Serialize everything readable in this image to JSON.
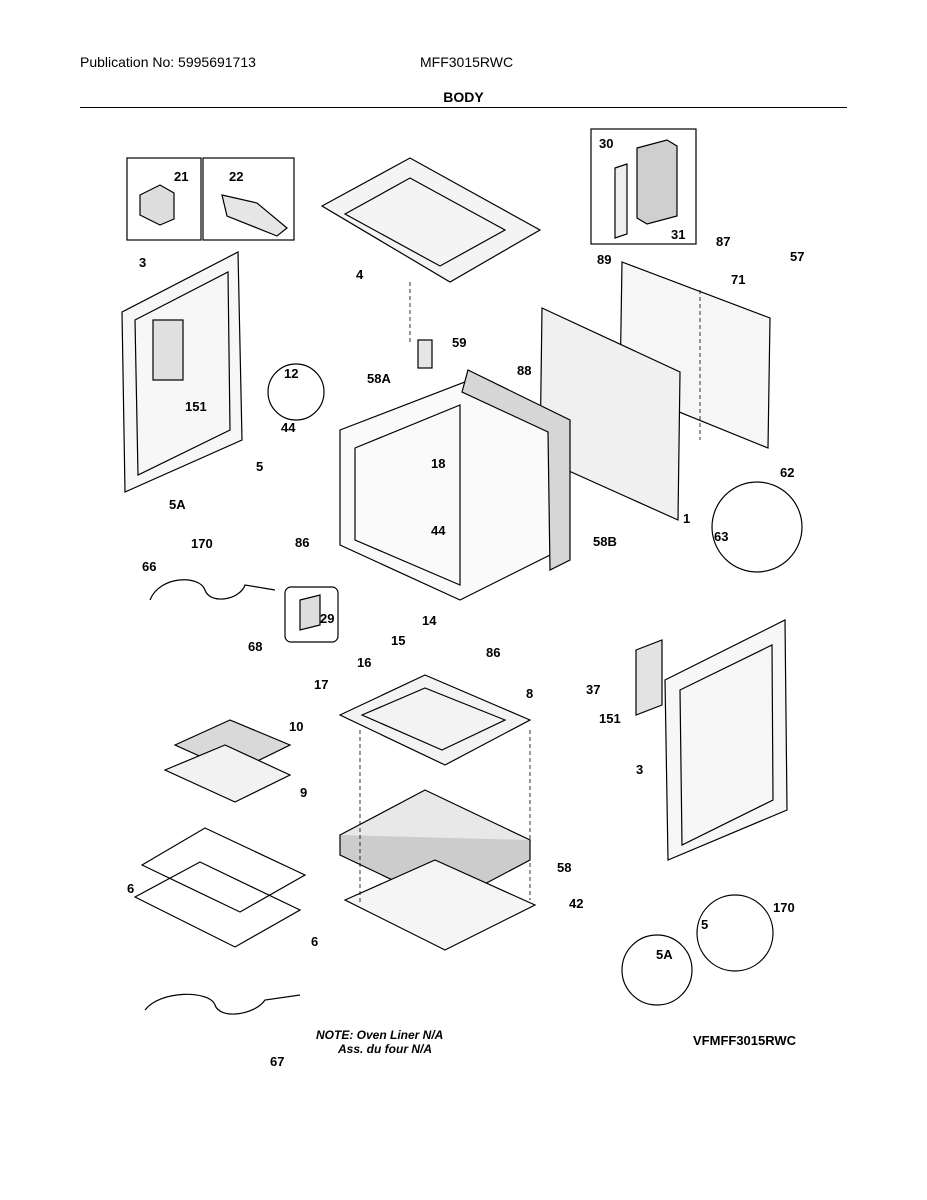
{
  "header": {
    "publication": "Publication No: 5995691713",
    "model": "MFF3015RWC",
    "section_title": "BODY"
  },
  "callouts": {
    "c1": "1",
    "c3a": "3",
    "c3b": "3",
    "c4": "4",
    "c5a": "5",
    "c5b": "5",
    "c5Aa": "5A",
    "c5Ab": "5A",
    "c6a": "6",
    "c6b": "6",
    "c8": "8",
    "c9": "9",
    "c10": "10",
    "c12": "12",
    "c14": "14",
    "c15": "15",
    "c16": "16",
    "c17": "17",
    "c18": "18",
    "c21": "21",
    "c22": "22",
    "c29": "29",
    "c30": "30",
    "c31": "31",
    "c37": "37",
    "c42": "42",
    "c44a": "44",
    "c44b": "44",
    "c57": "57",
    "c58": "58",
    "c58A": "58A",
    "c58B": "58B",
    "c59": "59",
    "c62": "62",
    "c63": "63",
    "c66": "66",
    "c67": "67",
    "c68": "68",
    "c71": "71",
    "c86a": "86",
    "c86b": "86",
    "c87": "87",
    "c88": "88",
    "c89": "89",
    "c151a": "151",
    "c151b": "151",
    "c170a": "170",
    "c170b": "170"
  },
  "note": {
    "line1": "NOTE: Oven Liner N/A",
    "line2": "Ass. du four N/A"
  },
  "diagram_code": "VFMFF3015RWC"
}
